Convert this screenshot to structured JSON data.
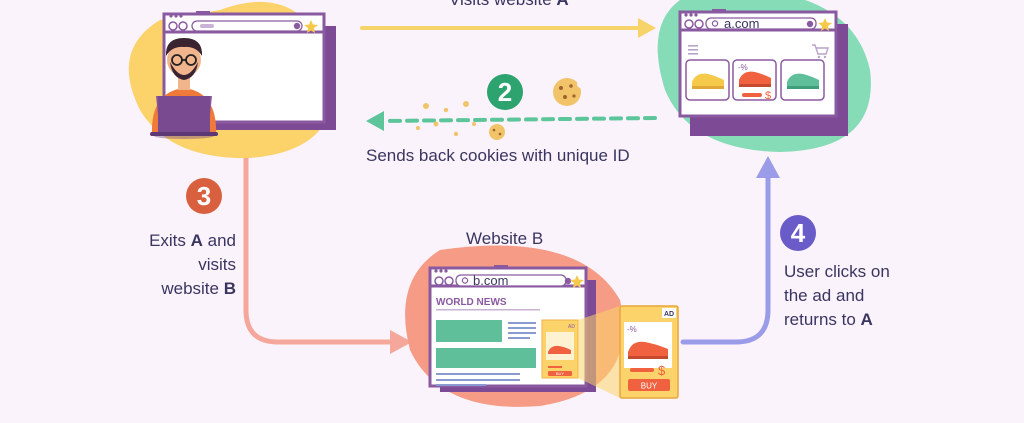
{
  "colors": {
    "background": "#fbf3fb",
    "purple": "#8a5aa0",
    "yellow_blob": "#fbd36a",
    "green_blob": "#86dcb7",
    "salmon_blob": "#f59b86",
    "arrow_yellow": "#f7d46a",
    "arrow_green": "#5cc59a",
    "arrow_salmon": "#f4a79a",
    "arrow_blue": "#9a9ce8",
    "step_green": "#2da36f",
    "step_orange": "#d9603e",
    "step_purple": "#6a5cc8",
    "shoe_orange": "#f0613f",
    "shoe_yellow": "#f5c94a",
    "shoe_green": "#5fbf9a"
  },
  "steps": {
    "step1": {
      "text_prefix": "Visits website ",
      "text_bold": "A"
    },
    "step2": {
      "number": "2",
      "text": "Sends back cookies with unique ID"
    },
    "step3": {
      "number": "3",
      "line1_prefix": "Exits ",
      "line1_bold": "A",
      "line1_suffix": " and",
      "line2": "visits",
      "line3_prefix": "website ",
      "line3_bold": "B"
    },
    "step4": {
      "number": "4",
      "line1": "User clicks on",
      "line2": "the ad and",
      "line3_prefix": "returns to ",
      "line3_bold": "A"
    }
  },
  "site_a": {
    "url": "a.com",
    "price_symbol": "$",
    "discount": "-%"
  },
  "site_b": {
    "title": "Website B",
    "url": "b.com",
    "heading": "WORLD NEWS",
    "small_ad_label": "AD",
    "small_buy": "BUY"
  },
  "ad": {
    "label": "AD",
    "discount": "-%",
    "price_symbol": "$",
    "buy": "BUY"
  },
  "icons": {
    "back": "chevron-left-icon",
    "forward": "chevron-right-icon",
    "search": "search-icon",
    "close": "close-icon",
    "star": "star-icon",
    "menu": "menu-icon",
    "cart": "cart-icon",
    "cookie": "cookie-icon",
    "user": "user-icon",
    "laptop": "laptop-icon"
  }
}
